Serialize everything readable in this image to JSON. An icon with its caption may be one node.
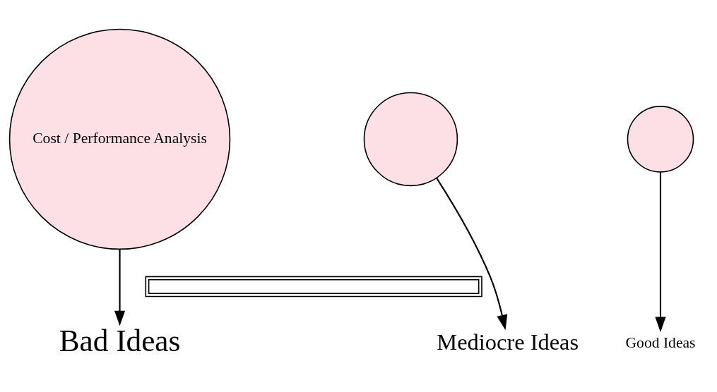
{
  "diagram": {
    "nodes": [
      {
        "text": [
          "Cost / Performance Analysis"
        ]
      },
      {
        "text": [],
        "shape": "circle"
      },
      {
        "text": [],
        "shape": "circle"
      },
      {
        "text": [],
        "shape": "bar"
      },
      {
        "text": [
          "Bad Ideas"
        ]
      },
      {
        "text": [
          "Mediocre Ideas"
        ]
      },
      {
        "text": [
          "Good Ideas"
        ]
      }
    ],
    "edges": [
      {
        "from": 0,
        "to": 4,
        "arrow": "to"
      },
      {
        "from": 1,
        "to": 5,
        "arrow": "to"
      },
      {
        "from": 2,
        "to": 6,
        "arrow": "to"
      }
    ]
  }
}
